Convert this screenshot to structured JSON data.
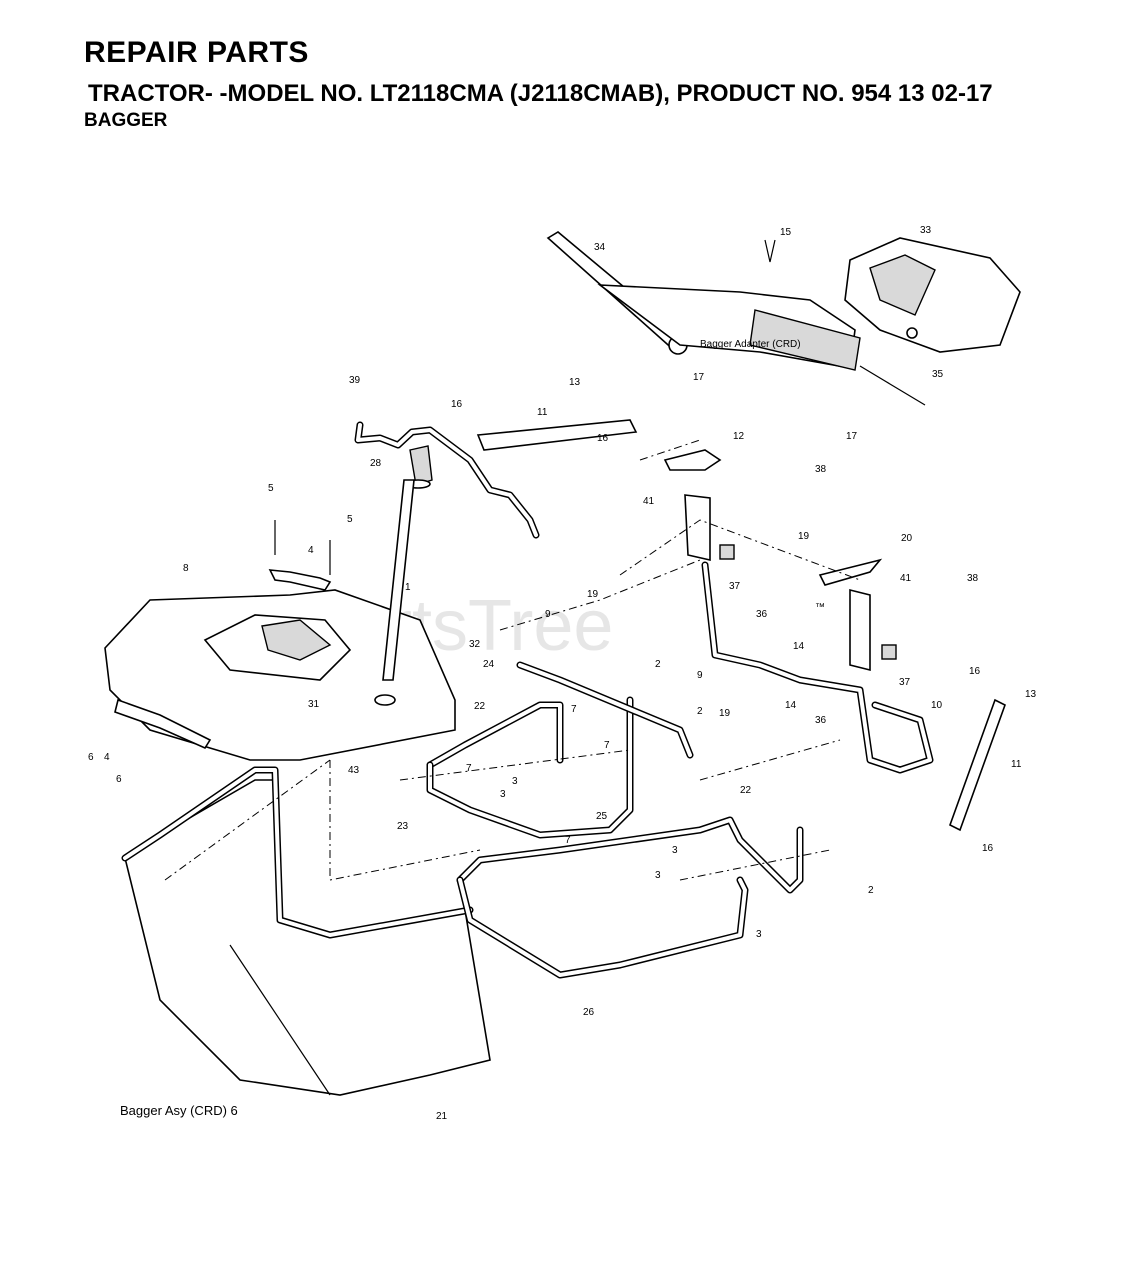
{
  "header": {
    "title": "REPAIR PARTS",
    "subtitle": "TRACTOR- -MODEL NO. LT2118CMA (J2118CMAB), PRODUCT NO. 954 13 02-17",
    "section": "BAGGER"
  },
  "watermark": "PartsTree",
  "watermark_tm": "™",
  "footer": "Bagger Asy (CRD)  6",
  "diagram": {
    "callouts": [
      "1",
      "2",
      "3",
      "4",
      "5",
      "6",
      "7",
      "8",
      "9",
      "10",
      "11",
      "12",
      "13",
      "14",
      "15",
      "16",
      "17",
      "19",
      "20",
      "21",
      "22",
      "23",
      "24",
      "25",
      "26",
      "28",
      "31",
      "32",
      "33",
      "34",
      "35",
      "36",
      "37",
      "38",
      "39",
      "41",
      "43"
    ],
    "inset_text": "Bagger Adapter (CRD)"
  },
  "colors": {
    "line": "#000000",
    "background": "#ffffff",
    "watermark": "#e6e6e6"
  }
}
